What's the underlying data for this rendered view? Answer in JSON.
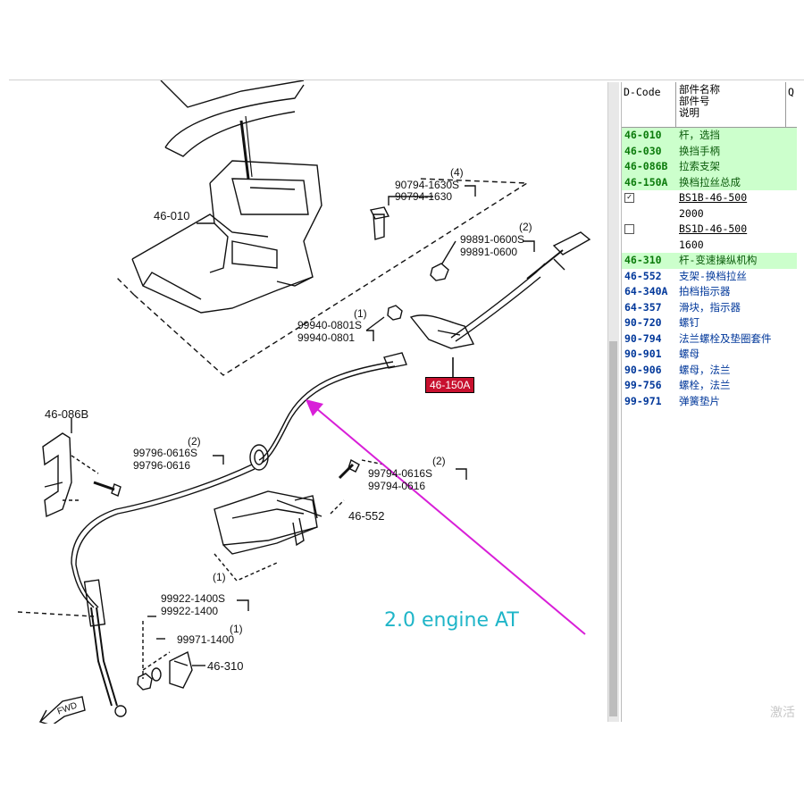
{
  "diagram": {
    "labels": {
      "p46_010": "46-010",
      "p90794_qty": "(4)",
      "p90794_s": "90794-1630S",
      "p90794": "90794-1630",
      "p99891_qty": "(2)",
      "p99891_s": "99891-0600S",
      "p99891": "99891-0600",
      "p99940_qty": "(1)",
      "p99940_s": "99940-0801S",
      "p99940": "99940-0801",
      "callout": "46-150A",
      "p46_086b": "46-086B",
      "p99796_qty": "(2)",
      "p99796_s": "99796-0616S",
      "p99796": "99796-0616",
      "p99794_qty": "(2)",
      "p99794_s": "99794-0616S",
      "p99794": "99794-0616",
      "p46_552": "46-552",
      "p99922_qty": "(1)",
      "p99922_s": "99922-1400S",
      "p99922": "99922-1400",
      "p99971_qty": "(1)",
      "p99971": "99971-1400",
      "p46_310": "46-310",
      "fwd": "FWD"
    },
    "annotation": "2.0 engine AT",
    "annotation_color": "#1fb5c8",
    "arrow_color": "#d81fd8",
    "callout_color": "#c8102e"
  },
  "panel": {
    "headers": {
      "dcode": "D-Code",
      "name_line1": "部件名称",
      "name_line2": "部件号",
      "name_line3": "说明",
      "extra": "Q"
    },
    "rows": [
      {
        "code": "46-010",
        "name": "杆，选挡",
        "green": true
      },
      {
        "code": "46-030",
        "name": "换挡手柄",
        "green": true
      },
      {
        "code": "46-086B",
        "name": "拉索支架",
        "green": true
      },
      {
        "code": "46-150A",
        "name": "换档拉丝总成",
        "green": true
      }
    ],
    "variants": [
      {
        "checked": true,
        "checkmark": "✓",
        "part_no": "BS1B-46-500",
        "qty": "2000"
      },
      {
        "checked": false,
        "checkmark": "",
        "part_no": "BS1D-46-500",
        "qty": "1600"
      }
    ],
    "rows2": [
      {
        "code": "46-310",
        "name": "杆-变速操纵机构",
        "green": true
      },
      {
        "code": "46-552",
        "name": "支架-换档拉丝",
        "green": false
      },
      {
        "code": "64-340A",
        "name": "拍档指示器",
        "green": false
      },
      {
        "code": "64-357",
        "name": "滑块，指示器",
        "green": false
      },
      {
        "code": "90-720",
        "name": "螺钉",
        "green": false
      },
      {
        "code": "90-794",
        "name": "法兰螺栓及垫圈套件",
        "green": false
      },
      {
        "code": "90-901",
        "name": "螺母",
        "green": false
      },
      {
        "code": "90-906",
        "name": "螺母，法兰",
        "green": false
      },
      {
        "code": "99-756",
        "name": "螺栓，法兰",
        "green": false
      },
      {
        "code": "99-971",
        "name": "弹簧垫片",
        "green": false
      }
    ]
  },
  "watermark": "激活"
}
